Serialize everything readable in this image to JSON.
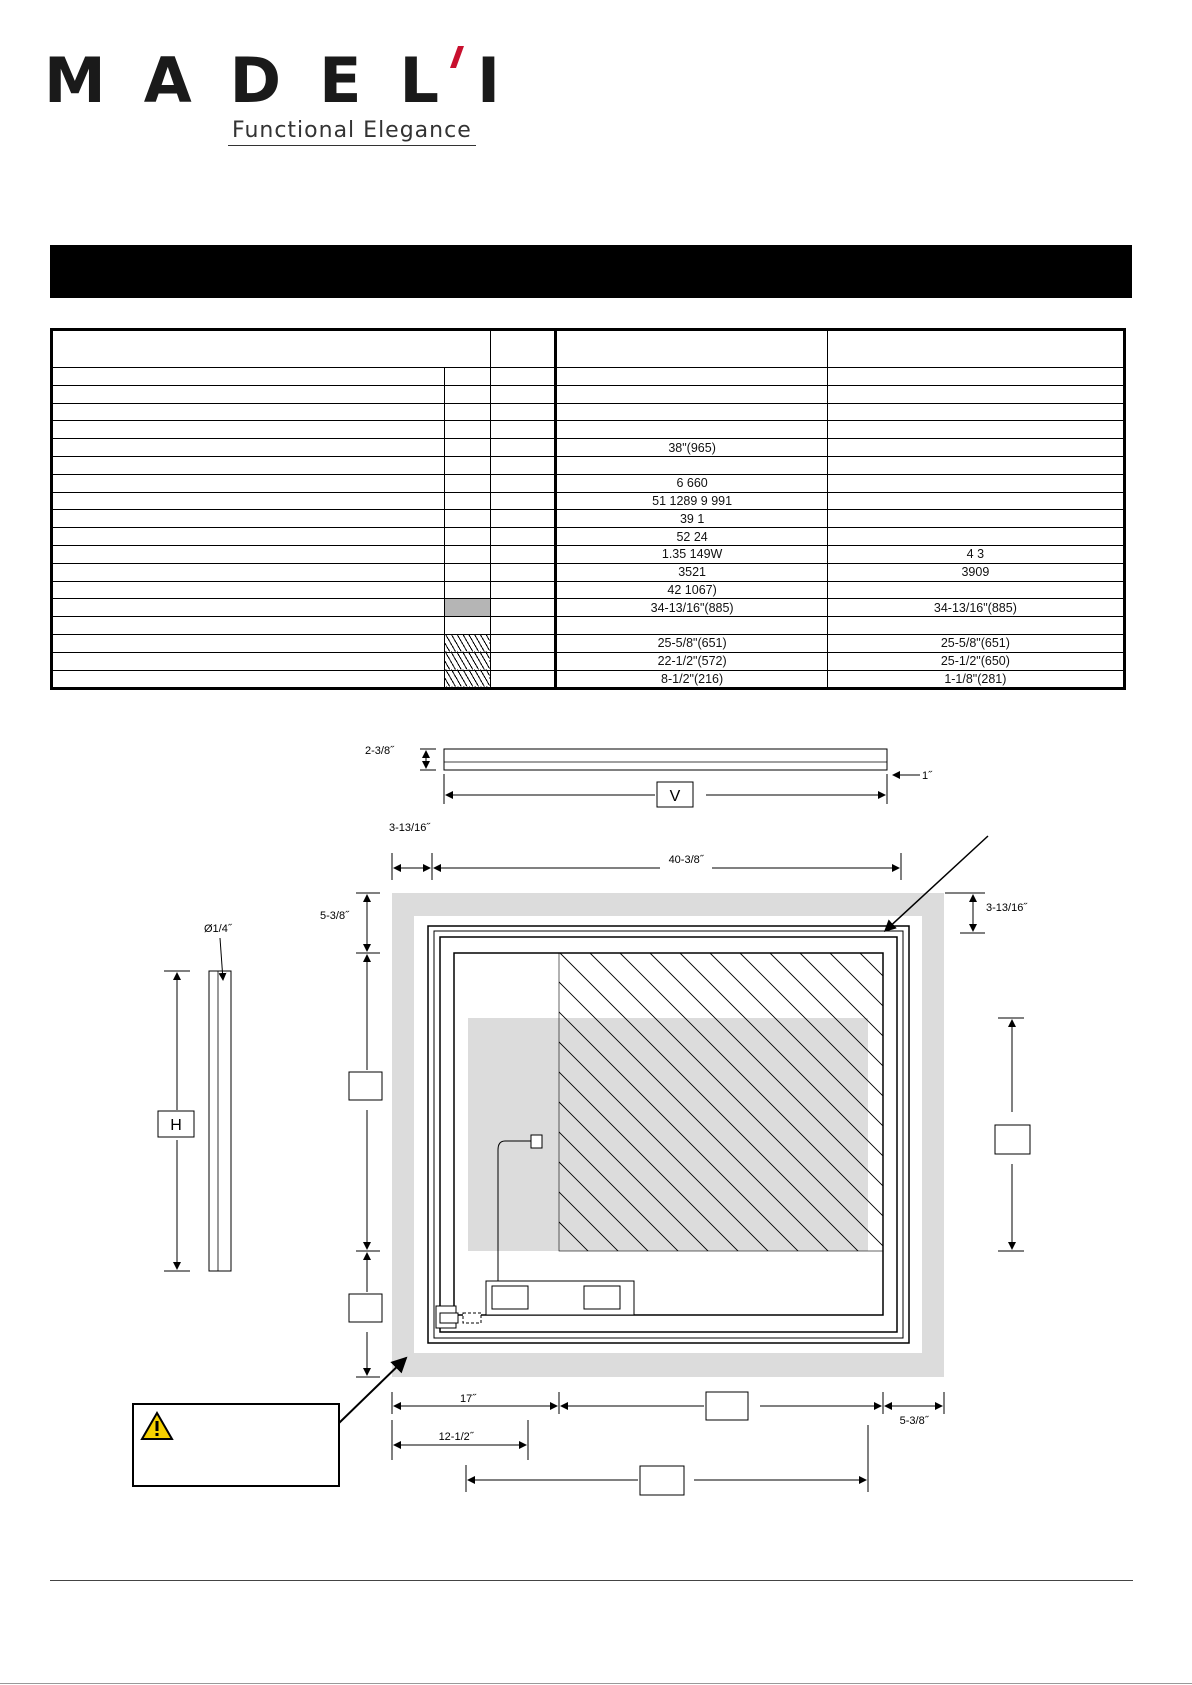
{
  "brand": {
    "name": "MADELI",
    "tagline": "Functional Elegance",
    "accent_color": "#c8102e"
  },
  "table": {
    "rows": [
      {
        "a": "",
        "b": ""
      },
      {
        "a": "",
        "b": ""
      },
      {
        "a": "",
        "b": ""
      },
      {
        "a": "",
        "b": ""
      },
      {
        "a": "38\"(965)",
        "b": ""
      },
      {
        "a": "",
        "b": ""
      },
      {
        "a": "6   660",
        "b": ""
      },
      {
        "a": "51   1289    9   991",
        "b": ""
      },
      {
        "a": "39        1",
        "b": ""
      },
      {
        "a": "52        24",
        "b": ""
      },
      {
        "a": "1.35     149W",
        "b": "4        3"
      },
      {
        "a": "3521",
        "b": "3909"
      },
      {
        "a": "42   1067)",
        "b": ""
      },
      {
        "a": "34-13/16\"(885)",
        "b": "34-13/16\"(885)"
      },
      {
        "a": "",
        "b": ""
      },
      {
        "a": "25-5/8\"(651)",
        "b": "25-5/8\"(651)"
      },
      {
        "a": "22-1/2\"(572)",
        "b": "25-1/2\"(650)"
      },
      {
        "a": "8-1/2\"(216)",
        "b": "1-1/8\"(281)"
      }
    ]
  },
  "drawing": {
    "dim_top_height": "2-3/8˝",
    "dim_top_depth": "1˝",
    "label_v": "V",
    "dim_3_13_16": "3-13/16˝",
    "dim_40_3_8": "40-3/8˝",
    "dim_5_3_8_left": "5-3/8˝",
    "dim_3_13_16_right": "3-13/16˝",
    "dim_hole": "Ø1/4˝",
    "label_h": "H",
    "dim_17": "17˝",
    "dim_5_3_8_bottom": "5-3/8˝",
    "dim_12_1_2": "12-1/2˝"
  },
  "warning": {
    "icon": "warning-triangle-icon"
  }
}
